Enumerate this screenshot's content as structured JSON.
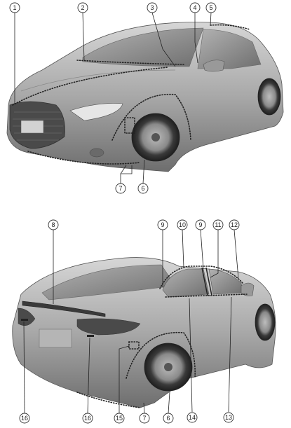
{
  "front_view": {
    "callouts": [
      {
        "label": "1"
      },
      {
        "label": "2"
      },
      {
        "label": "3"
      },
      {
        "label": "4"
      },
      {
        "label": "5"
      },
      {
        "label": "6"
      },
      {
        "label": "7"
      }
    ]
  },
  "rear_view": {
    "callouts": [
      {
        "label": "8"
      },
      {
        "label": "9"
      },
      {
        "label": "10"
      },
      {
        "label": "9"
      },
      {
        "label": "11"
      },
      {
        "label": "12"
      },
      {
        "label": "13"
      },
      {
        "label": "14"
      },
      {
        "label": "6"
      },
      {
        "label": "7"
      },
      {
        "label": "15"
      },
      {
        "label": "16"
      },
      {
        "label": "16"
      }
    ]
  },
  "colors": {
    "body_light": "#c9c9c9",
    "body_mid": "#9a9a9a",
    "body_dark": "#5a5a5a",
    "glass": "#8d8d8d",
    "tire": "#2e2e2e"
  }
}
